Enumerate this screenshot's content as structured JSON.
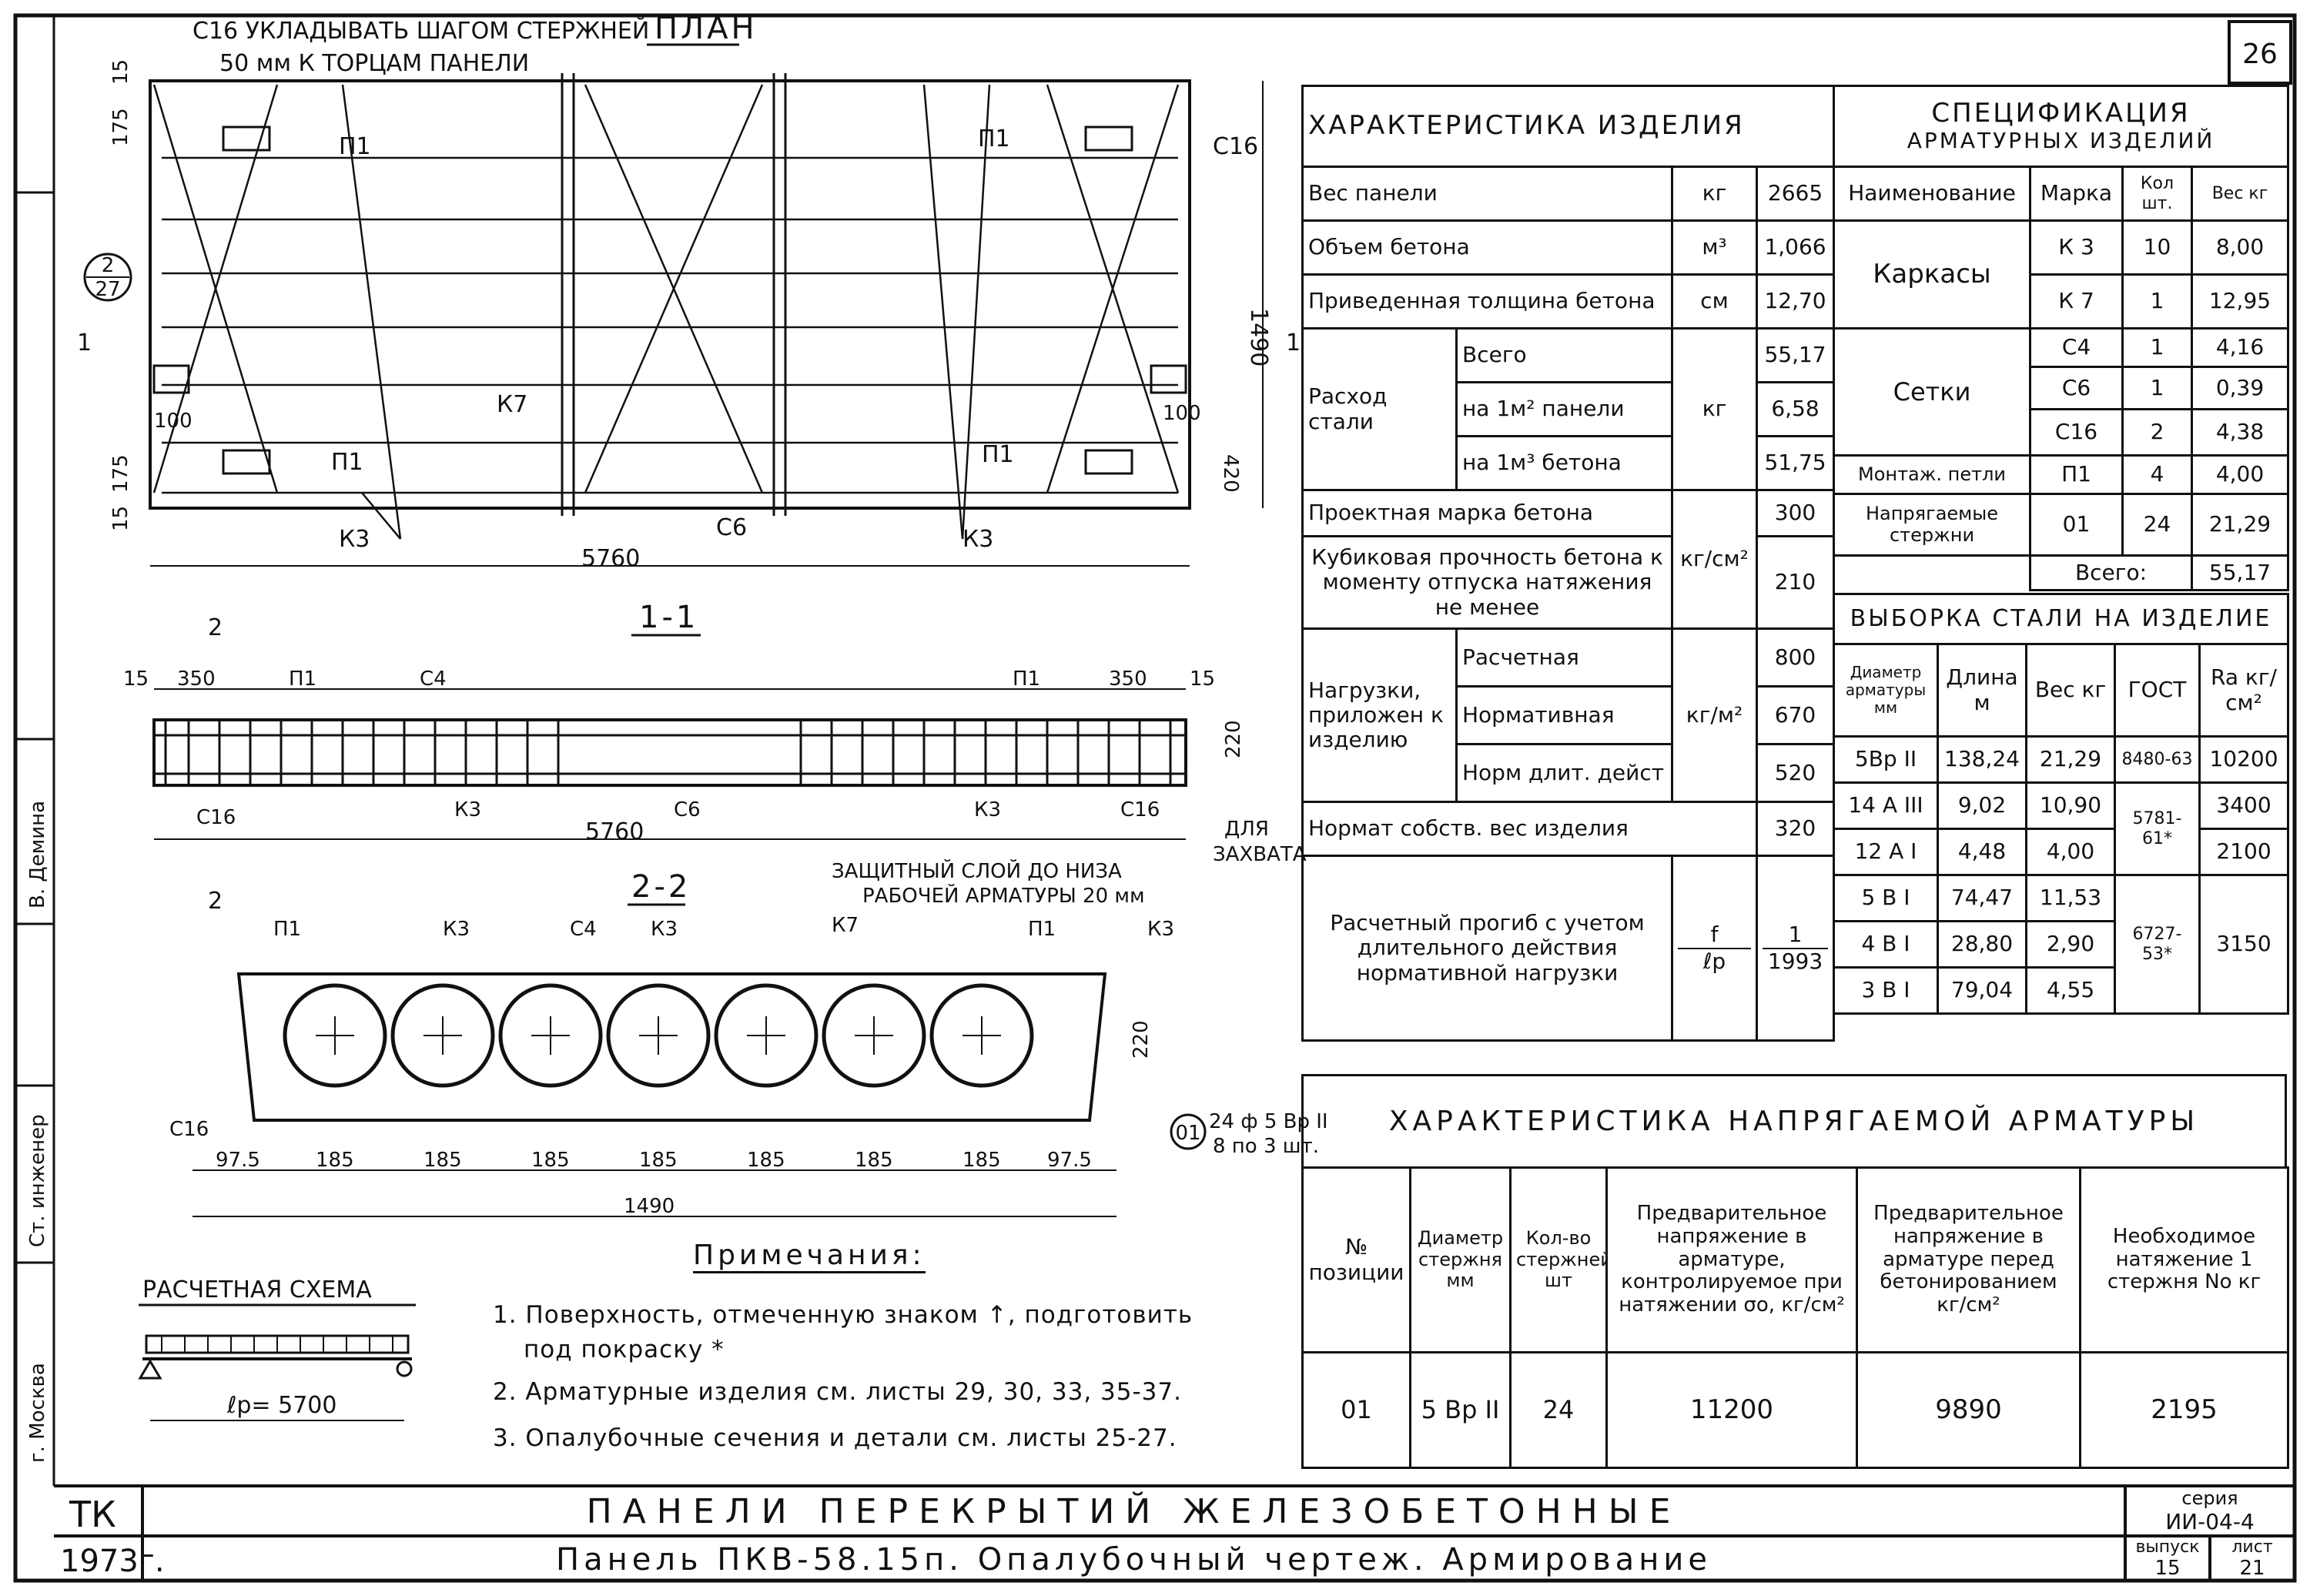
{
  "sheet_number": "26",
  "plan": {
    "title": "ПЛАН",
    "note_line1": "С16 УКЛАДЫВАТЬ ШАГОМ СТЕРЖНЕЙ",
    "note_line2": "50 мм К ТОРЦАМ ПАНЕЛИ",
    "length": "5760",
    "width": "1490",
    "dim_175_top": "175",
    "dim_15_top": "15",
    "dim_175_bot": "175",
    "dim_15_bot": "15",
    "dim_100_left": "100",
    "dim_100_right": "100",
    "dim_420": "420",
    "ref_circle_top": "2",
    "ref_circle_bot": "27",
    "section_mark": "1",
    "labels": {
      "p1": "П1",
      "c16": "С16",
      "k7": "К7",
      "k3": "К3",
      "c6": "С6"
    }
  },
  "section_1": {
    "title": "1-1",
    "mark": "2",
    "length": "5760",
    "height": "220",
    "dim_15": "15",
    "dim_350": "350",
    "labels": {
      "p1": "П1",
      "c4": "С4",
      "c16": "С16",
      "k3": "К3",
      "c6": "С6"
    },
    "lift_note_1": "ДЛЯ",
    "lift_note_2": "ЗАХВАТА",
    "cover_note_1": "ЗАЩИТНЫЙ СЛОЙ ДО НИЗА",
    "cover_note_2": "РАБОЧЕЙ АРМАТУРЫ 20 мм"
  },
  "section_2": {
    "title": "2-2",
    "height": "220",
    "width": "1490",
    "spacings": [
      "97.5",
      "185",
      "185",
      "185",
      "185",
      "185",
      "185",
      "185",
      "97.5"
    ],
    "labels": {
      "p1": "П1",
      "k3": "К3",
      "c4": "С4",
      "k7": "К7",
      "c16": "С16"
    },
    "callout_num": "01",
    "callout_line1": "24 ф 5 Вр II",
    "callout_line2": "8 по 3 шт."
  },
  "scheme": {
    "title": "РАСЧЕТНАЯ СХЕМА",
    "span": "ℓp= 5700"
  },
  "notes": {
    "title": "Примечания:",
    "items": [
      "1. Поверхность, отмеченную знаком ↑, подготовить",
      "под покраску *",
      "2. Арматурные изделия см. листы 29, 30, 33, 35-37.",
      "3. Опалубочные сечения и детали см. листы 25-27."
    ]
  },
  "product": {
    "title": "ХАРАКТЕРИСТИКА ИЗДЕЛИЯ",
    "rows": [
      {
        "name": "Вес панели",
        "unit": "кг",
        "value": "2665"
      },
      {
        "name": "Объем бетона",
        "unit": "м³",
        "value": "1,066"
      },
      {
        "name": "Приведенная толщина бетона",
        "unit": "см",
        "value": "12,70"
      }
    ],
    "steel": {
      "group": "Расход стали",
      "unit": "кг",
      "rows": [
        {
          "name": "Всего",
          "value": "55,17"
        },
        {
          "name": "на 1м² панели",
          "value": "6,58"
        },
        {
          "name": "на 1м³ бетона",
          "value": "51,75"
        }
      ]
    },
    "grade": {
      "name": "Проектная марка бетона",
      "value": "300"
    },
    "cube": {
      "name": "Кубиковая прочность бетона к моменту отпуска натяжения не менее",
      "unit": "кг/см²",
      "value": "210"
    },
    "loads": {
      "group": "Нагрузки, приложен к изделию",
      "unit": "кг/м²",
      "rows": [
        {
          "name": "Расчетная",
          "value": "800"
        },
        {
          "name": "Нормативная",
          "value": "670"
        },
        {
          "name": "Норм длит. дейст",
          "value": "520"
        }
      ]
    },
    "own_weight": {
      "name": "Нормат собств. вес изделия",
      "value": "320"
    },
    "deflection": {
      "name": "Расчетный прогиб с учетом длительного действия нормативной нагрузки",
      "unit_top": "f",
      "unit_bot": "ℓp",
      "value_top": "1",
      "value_bot": "1993"
    }
  },
  "spec": {
    "title_1": "СПЕЦИФИКАЦИЯ",
    "title_2": "АРМАТУРНЫХ ИЗДЕЛИЙ",
    "headers": [
      "Наименование",
      "Марка",
      "Кол шт.",
      "Вес кг"
    ],
    "groups": [
      {
        "name": "Каркасы",
        "rows": [
          {
            "mark": "К 3",
            "qty": "10",
            "weight": "8,00"
          },
          {
            "mark": "К 7",
            "qty": "1",
            "weight": "12,95"
          }
        ]
      },
      {
        "name": "Сетки",
        "rows": [
          {
            "mark": "С4",
            "qty": "1",
            "weight": "4,16"
          },
          {
            "mark": "С6",
            "qty": "1",
            "weight": "0,39"
          },
          {
            "mark": "С16",
            "qty": "2",
            "weight": "4,38"
          }
        ]
      },
      {
        "name": "Монтаж. петли",
        "rows": [
          {
            "mark": "П1",
            "qty": "4",
            "weight": "4,00"
          }
        ]
      },
      {
        "name": "Напрягаемые стержни",
        "rows": [
          {
            "mark": "01",
            "qty": "24",
            "weight": "21,29"
          }
        ]
      }
    ],
    "total_label": "Всего:",
    "total_value": "55,17"
  },
  "sampling": {
    "title": "ВЫБОРКА СТАЛИ НА ИЗДЕЛИЕ",
    "headers": [
      "Диаметр арматуры мм",
      "Длина м",
      "Вес кг",
      "ГОСТ",
      "Ra кг/см²"
    ],
    "rows": [
      {
        "d": "5Вр II",
        "len": "138,24",
        "w": "21,29"
      },
      {
        "d": "14 А III",
        "len": "9,02",
        "w": "10,90"
      },
      {
        "d": "12 А I",
        "len": "4,48",
        "w": "4,00"
      },
      {
        "d": "5 В I",
        "len": "74,47",
        "w": "11,53"
      },
      {
        "d": "4 В I",
        "len": "28,80",
        "w": "2,90"
      },
      {
        "d": "3 В I",
        "len": "79,04",
        "w": "4,55"
      }
    ],
    "gost": [
      "8480-63",
      "5781-61*",
      "6727-53*"
    ],
    "ra": [
      "10200",
      "3400",
      "2100",
      "3150"
    ]
  },
  "prestress": {
    "title": "ХАРАКТЕРИСТИКА НАПРЯГАЕМОЙ АРМАТУРЫ",
    "headers": [
      "№ позиции",
      "Диаметр стержня мм",
      "Кол-во стержней шт",
      "Предварительное напряжение в арматуре, контролируемое при натяжении σo, кг/см²",
      "Предварительное напряжение в арматуре перед бетонированием кг/см²",
      "Необходимое натяжение 1 стержня No кг"
    ],
    "row": [
      "01",
      "5 Вр II",
      "24",
      "11200",
      "9890",
      "2195"
    ]
  },
  "title_block": {
    "org": "ТК",
    "year": "1973г.",
    "title_1": "ПАНЕЛИ ПЕРЕКРЫТИЙ ЖЕЛЕЗОБЕТОННЫЕ",
    "title_2": "Панель ПКВ-58.15п. Опалубочный чертеж. Армирование",
    "series_label": "серия",
    "series_value": "ИИ-04-4",
    "issue_label": "выпуск",
    "issue_value": "15",
    "sheet_label": "лист",
    "sheet_value": "21",
    "side_city": "г. Москва",
    "side_role": "Ст. инженер",
    "side_name": "В. Демина"
  }
}
